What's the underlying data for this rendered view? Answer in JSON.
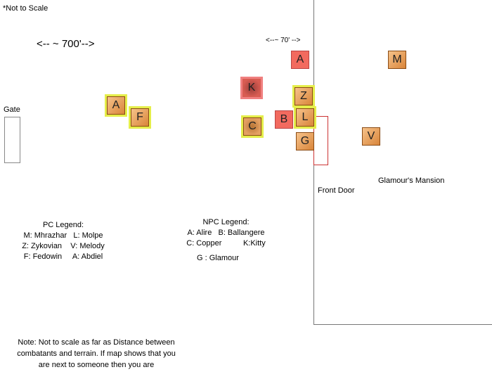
{
  "labels": {
    "not_to_scale": "*Not to Scale",
    "scale_big": "<-- ~ 700'-->",
    "scale_small": "<--~ 70' -->",
    "gate": "Gate",
    "front_door": "Front Door",
    "mansion": "Glamour's Mansion"
  },
  "tokens": {
    "npc_a": "A",
    "pc_m": "M",
    "npc_k": "K",
    "pc_z": "Z",
    "pc_a": "A",
    "pc_f": "F",
    "npc_b": "B",
    "pc_l": "L",
    "npc_c": "C",
    "pc_v": "V",
    "npc_g": "G"
  },
  "pc_legend": {
    "title": "PC Legend:",
    "line1": "M: Mhrazhar   L: Molpe",
    "line2": "Z: Zykovian    V: Melody",
    "line3": "F: Fedowin     A: Abdiel"
  },
  "npc_legend": {
    "title": "NPC Legend:",
    "line1": "A: Alire   B: Ballangere",
    "line2": "C: Copper          K:Kitty",
    "glamour": "G : Glamour"
  },
  "bottom_note": {
    "line1": "Note: Not to scale as far as Distance between",
    "line2": "combatants and terrain. If map shows that you",
    "line3": "are next to someone then you are"
  }
}
